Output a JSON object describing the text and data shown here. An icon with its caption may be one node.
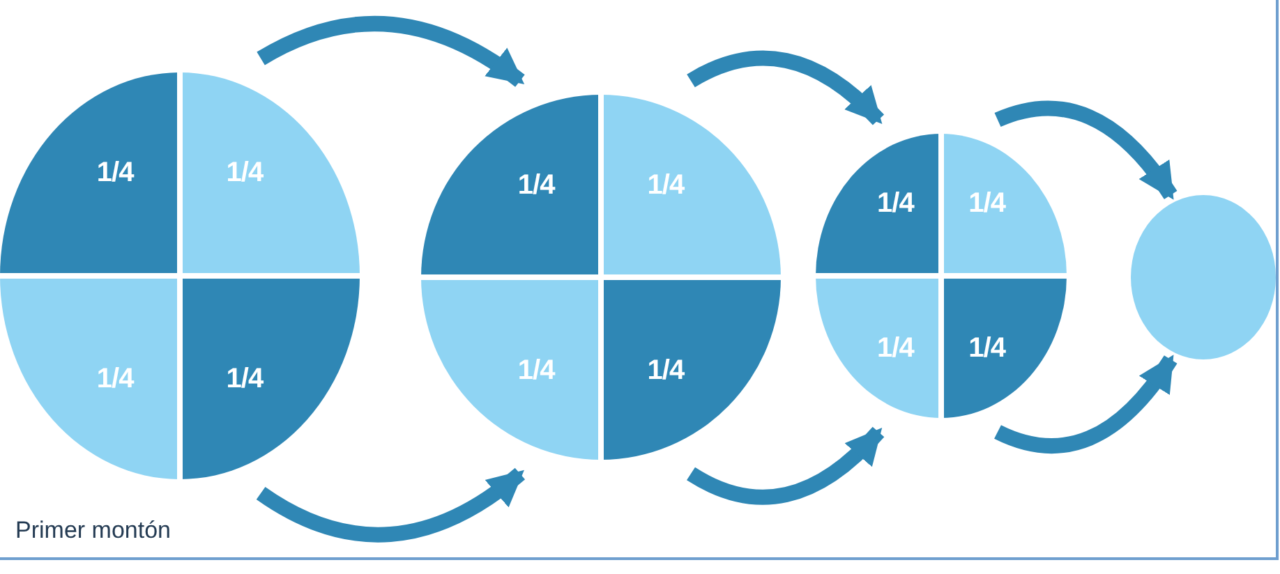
{
  "diagram": {
    "nodes": [
      {
        "text": [],
        "shape": "circle"
      },
      {
        "text": [
          "1/4"
        ],
        "in": 0
      },
      {
        "text": [
          "1/4"
        ],
        "in": 0
      },
      {
        "text": [
          "1/4"
        ],
        "in": 0
      },
      {
        "text": [
          "1/4"
        ],
        "in": 0
      },
      {
        "text": [],
        "shape": "circle"
      },
      {
        "text": [
          "1/4"
        ],
        "in": 5
      },
      {
        "text": [
          "1/4"
        ],
        "in": 5
      },
      {
        "text": [
          "1/4"
        ],
        "in": 5
      },
      {
        "text": [
          "1/4"
        ],
        "in": 5
      },
      {
        "text": [],
        "shape": "circle"
      },
      {
        "text": [
          "1/4"
        ],
        "in": 10
      },
      {
        "text": [
          "1/4"
        ],
        "in": 10
      },
      {
        "text": [
          "1/4"
        ],
        "in": 10
      },
      {
        "text": [
          "1/4"
        ],
        "in": 10
      },
      {
        "text": [],
        "shape": "circle"
      }
    ],
    "edges": [
      {
        "from": 0,
        "to": 5,
        "arrow": "to"
      },
      {
        "from": 0,
        "to": 5,
        "arrow": "to"
      },
      {
        "from": 5,
        "to": 10,
        "arrow": "to"
      },
      {
        "from": 5,
        "to": 10,
        "arrow": "to"
      },
      {
        "from": 10,
        "to": 15,
        "arrow": "to"
      },
      {
        "from": 10,
        "to": 15,
        "arrow": "to"
      }
    ],
    "labels": [
      "Primer montón"
    ]
  }
}
